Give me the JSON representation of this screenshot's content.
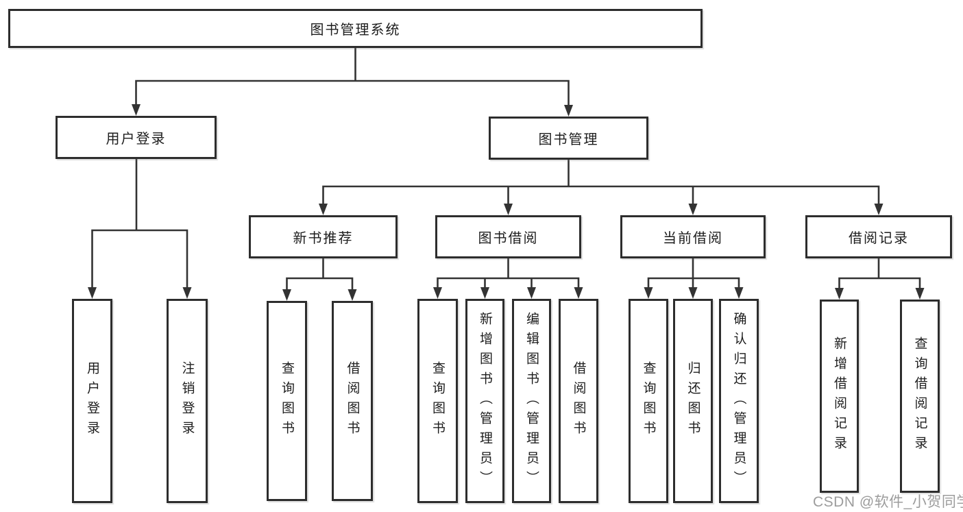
{
  "tree": {
    "label": "图书管理系统",
    "children": [
      {
        "label": "用户登录",
        "children": [
          {
            "label": "用户登录"
          },
          {
            "label": "注销登录"
          }
        ]
      },
      {
        "label": "图书管理",
        "children": [
          {
            "label": "新书推荐",
            "children": [
              {
                "label": "查询图书"
              },
              {
                "label": "借阅图书"
              }
            ]
          },
          {
            "label": "图书借阅",
            "children": [
              {
                "label": "查询图书"
              },
              {
                "label": "新增图书（管理员）"
              },
              {
                "label": "编辑图书（管理员）"
              },
              {
                "label": "借阅图书"
              }
            ]
          },
          {
            "label": "当前借阅",
            "children": [
              {
                "label": "查询图书"
              },
              {
                "label": "归还图书"
              },
              {
                "label": "确认归还（管理员）"
              }
            ]
          },
          {
            "label": "借阅记录",
            "children": [
              {
                "label": "新增借阅记录"
              },
              {
                "label": "查询借阅记录"
              }
            ]
          }
        ]
      }
    ]
  },
  "watermark": {
    "text": "CSDN @软件_小贺同学"
  },
  "colors": {
    "line": "#333333",
    "box_border": "#2d2d2d",
    "text": "#1d1d1d",
    "watermark": "#9c9c9c",
    "background": "#ffffff"
  }
}
